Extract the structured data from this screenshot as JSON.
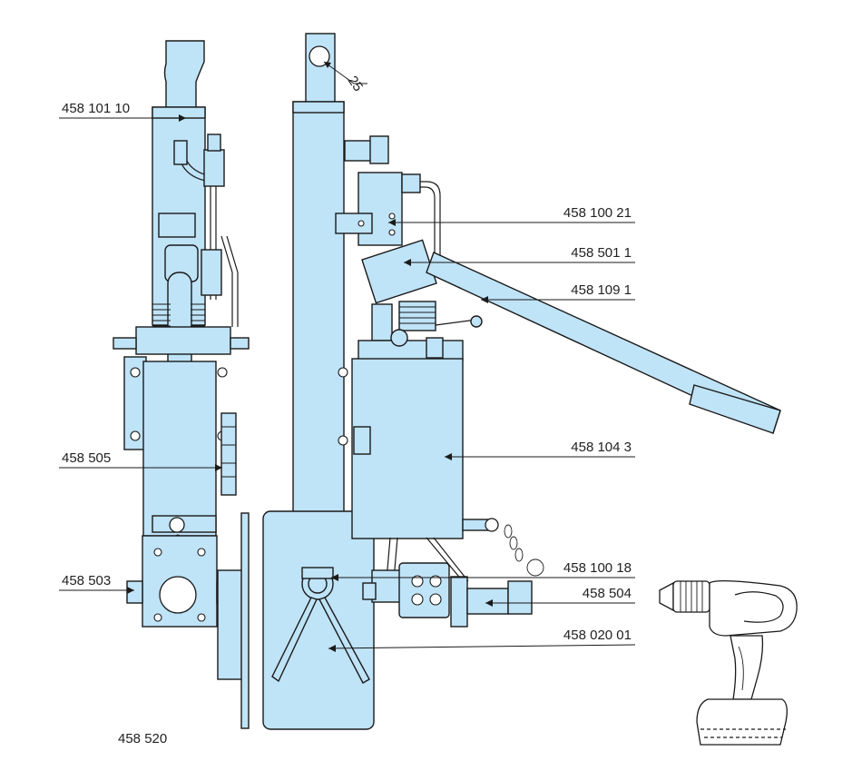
{
  "labels": {
    "l1": "458 101 10",
    "l2": "458 505",
    "l3": "458 503",
    "l4": "458 520",
    "r1": "458 100 21",
    "r2": "458 501 1",
    "r3": "458 109 1",
    "r4": "458 104 3",
    "r5": "458 100 18",
    "r6": "458 504",
    "r7": "458 020 01"
  },
  "dimension": "25",
  "colors": {
    "part_fill": "#bfe3f7",
    "stroke": "#1a1a1a"
  },
  "icons": [
    "cordless-drill-icon"
  ]
}
